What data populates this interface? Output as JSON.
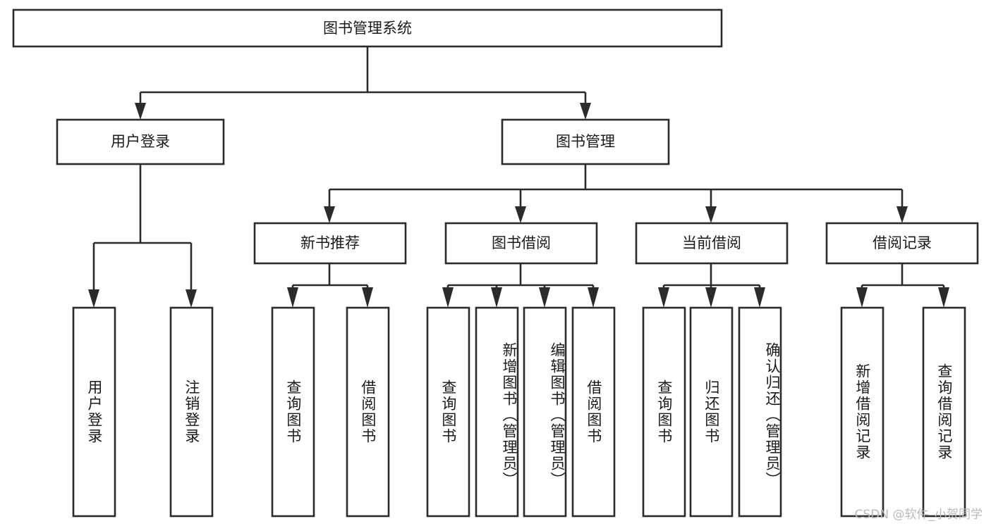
{
  "diagram": {
    "type": "tree-hierarchy",
    "title": "图书管理系统",
    "watermark": "CSDN @软件_小贺同学",
    "colors": {
      "background": "#ffffff",
      "stroke": "#2b2b2b",
      "node_fill": "#ffffff",
      "text": "#1a1a1a",
      "watermark": "#b9b9b9"
    },
    "root": {
      "label": "图书管理系统"
    },
    "level1": [
      {
        "label": "用户登录"
      },
      {
        "label": "图书管理"
      }
    ],
    "level2": [
      {
        "label": "新书推荐",
        "parent": "图书管理"
      },
      {
        "label": "图书借阅",
        "parent": "图书管理"
      },
      {
        "label": "当前借阅",
        "parent": "图书管理"
      },
      {
        "label": "借阅记录",
        "parent": "图书管理"
      }
    ],
    "leaves": {
      "用户登录": [
        {
          "label": "用户登录"
        },
        {
          "label": "注销登录"
        }
      ],
      "新书推荐": [
        {
          "label": "查询图书"
        },
        {
          "label": "借阅图书"
        }
      ],
      "图书借阅": [
        {
          "label": "查询图书"
        },
        {
          "label": "新增图书（管理员）"
        },
        {
          "label": "编辑图书（管理员）"
        },
        {
          "label": "借阅图书"
        }
      ],
      "当前借阅": [
        {
          "label": "查询图书"
        },
        {
          "label": "归还图书"
        },
        {
          "label": "确认归还（管理员）"
        }
      ],
      "借阅记录": [
        {
          "label": "新增借阅记录"
        },
        {
          "label": "查询借阅记录"
        }
      ]
    }
  }
}
